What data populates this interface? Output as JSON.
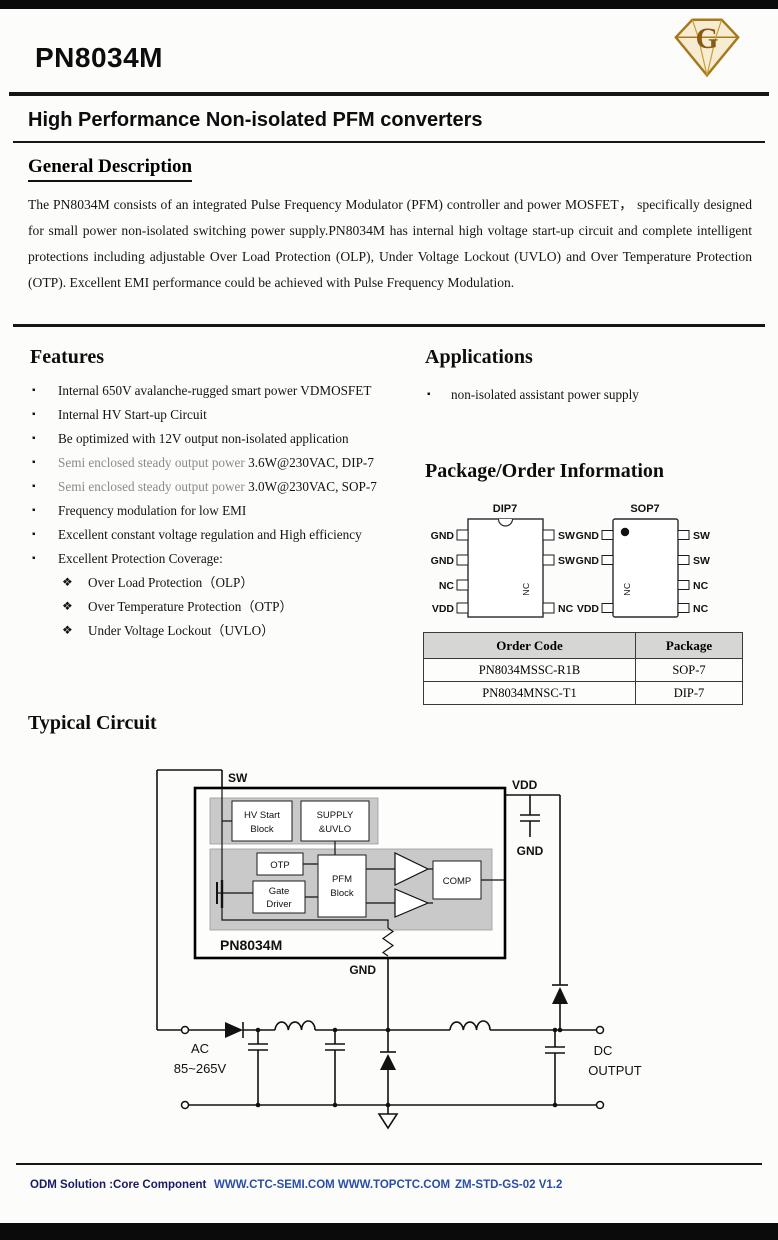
{
  "header": {
    "part_number": "PN8034M",
    "logo_letter": "G"
  },
  "title": "High Performance Non-isolated PFM converters",
  "glyphs": {
    "square_bullet": "▪",
    "diamond_bullet": "❖"
  },
  "general_description": {
    "heading": "General Description",
    "body": "The PN8034M consists of an integrated Pulse Frequency Modulator (PFM) controller and power MOSFET， specifically designed for small power non-isolated switching power supply.PN8034M has internal high voltage start-up circuit and complete intelligent protections including adjustable Over Load Protection (OLP), Under Voltage Lockout (UVLO) and Over Temperature Protection (OTP). Excellent EMI performance could be achieved with Pulse Frequency Modulation."
  },
  "features": {
    "heading": "Features",
    "items": [
      {
        "text": "Internal 650V avalanche-rugged smart power VDMOSFET"
      },
      {
        "text": "Internal HV Start-up Circuit"
      },
      {
        "text": "Be optimized with 12V output non-isolated application"
      },
      {
        "prefix": "Semi enclosed steady output power ",
        "text": "3.6W@230VAC, DIP-7"
      },
      {
        "prefix": "Semi enclosed steady output power ",
        "text": "3.0W@230VAC, SOP-7"
      },
      {
        "text": "Frequency modulation for low EMI"
      },
      {
        "text": "Excellent constant voltage regulation and High efficiency"
      },
      {
        "text": "Excellent Protection Coverage:"
      }
    ],
    "protection_items": [
      "Over Load Protection（OLP）",
      "Over Temperature Protection（OTP）",
      "Under Voltage Lockout（UVLO）"
    ]
  },
  "applications": {
    "heading": "Applications",
    "items": [
      "non-isolated assistant power supply"
    ]
  },
  "package_info": {
    "heading": "Package/Order Information",
    "dip7": {
      "label": "DIP7",
      "left_pins": [
        "GND",
        "GND",
        "NC",
        "VDD"
      ],
      "right_pins": [
        "SW",
        "SW",
        "NC"
      ],
      "marking": "NC"
    },
    "sop7": {
      "label": "SOP7",
      "left_pins": [
        "GND",
        "GND",
        "VDD"
      ],
      "right_pins": [
        "SW",
        "SW",
        "NC",
        "NC"
      ],
      "marking": "NC"
    },
    "order_table": {
      "headers": [
        "Order Code",
        "Package"
      ],
      "rows": [
        {
          "order_code": "PN8034MSSC-R1B",
          "package": "SOP-7"
        },
        {
          "order_code": "PN8034MNSC-T1",
          "package": "DIP-7"
        }
      ]
    }
  },
  "typical_circuit": {
    "heading": "Typical Circuit",
    "chip_label": "PN8034M",
    "blocks": {
      "hv_start_1": "HV Start",
      "hv_start_2": "Block",
      "supply_1": "SUPPLY",
      "supply_2": "&UVLO",
      "otp": "OTP",
      "gate_1": "Gate",
      "gate_2": "Driver",
      "pfm_1": "PFM",
      "pfm_2": "Block",
      "comp": "COMP"
    },
    "labels": {
      "sw": "SW",
      "vdd": "VDD",
      "gnd_vdd_cap": "GND",
      "gnd_main": "GND",
      "ac_1": "AC",
      "ac_2": "85~265V",
      "dc_1": "DC",
      "dc_2": "OUTPUT"
    }
  },
  "footer": {
    "left": "ODM Solution :Core Component",
    "center": "WWW.CTC-SEMI.COM WWW.TOPCTC.COM",
    "right": "ZM-STD-GS-02 V1.2"
  }
}
